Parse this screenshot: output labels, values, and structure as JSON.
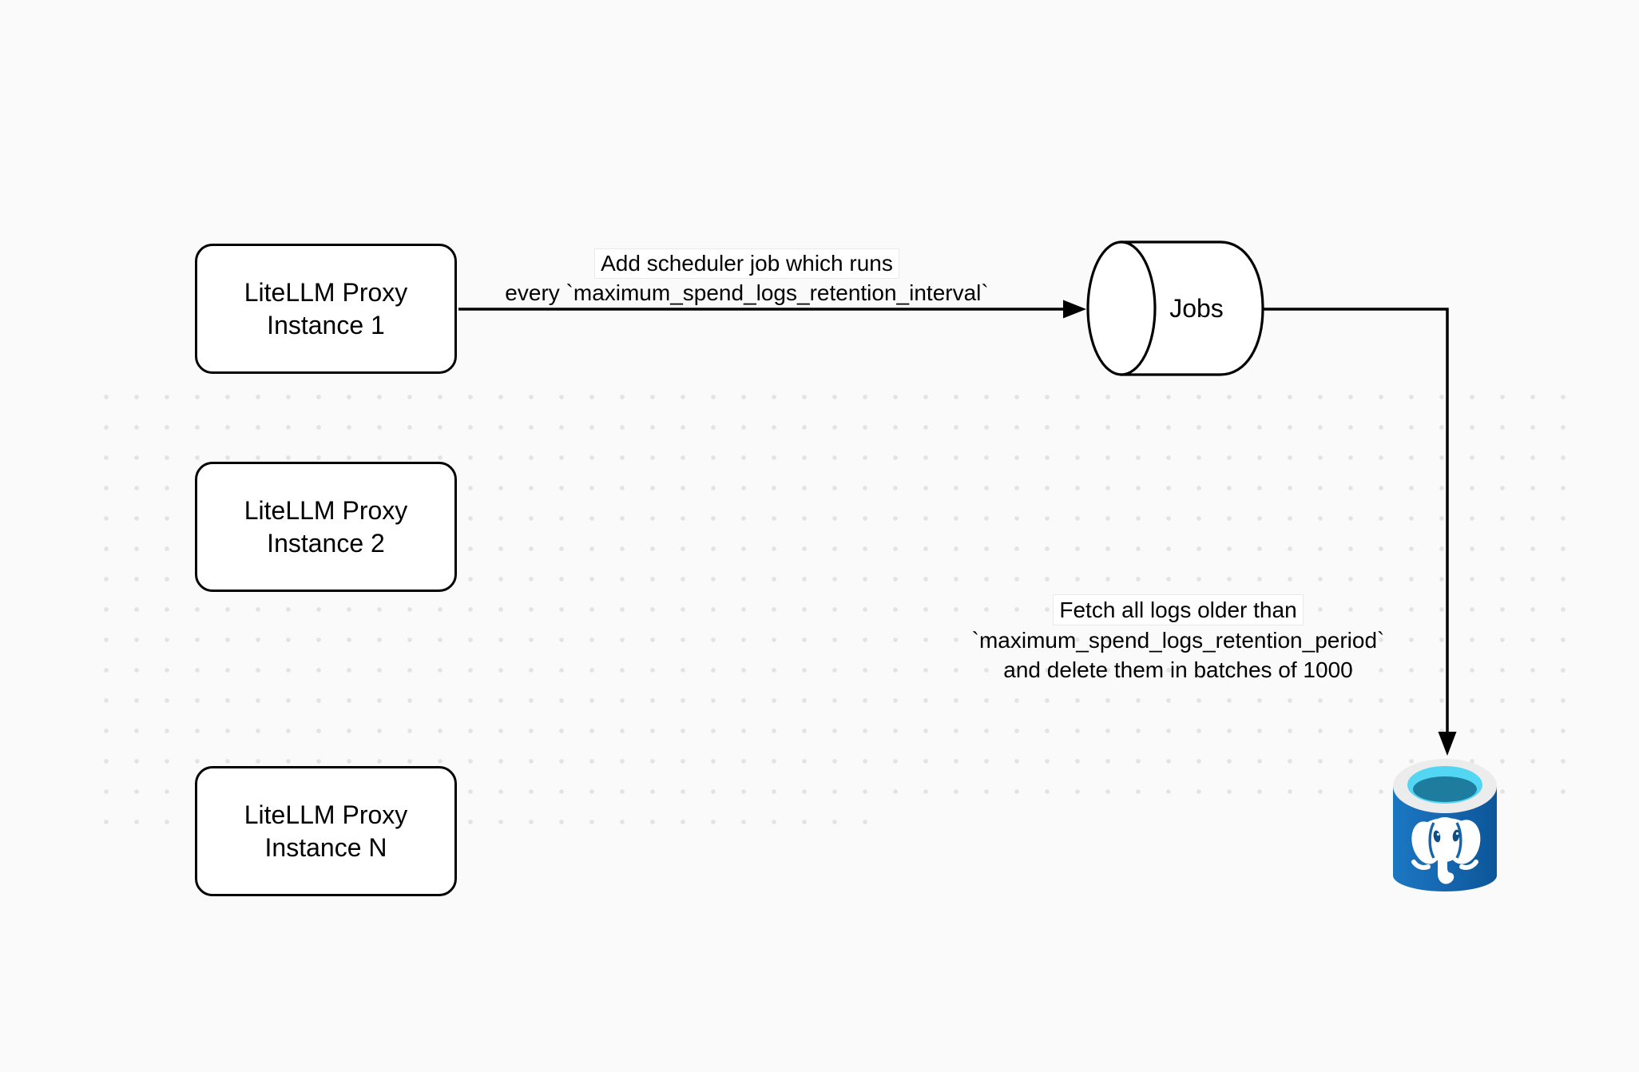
{
  "diagram": {
    "nodes": {
      "proxy_instances": [
        {
          "lines": [
            "LiteLLM Proxy",
            "Instance 1"
          ]
        },
        {
          "lines": [
            "LiteLLM Proxy",
            "Instance 2"
          ]
        },
        {
          "lines": [
            "LiteLLM Proxy",
            "Instance N"
          ]
        }
      ],
      "jobs_queue": {
        "label": "Jobs"
      },
      "database": {
        "icon": "postgresql-elephant-icon"
      }
    },
    "edges": {
      "add_scheduler": {
        "lines": [
          "Add scheduler job which runs",
          "every `maximum_spend_logs_retention_interval`"
        ]
      },
      "fetch_delete": {
        "lines": [
          "Fetch all logs older than",
          "`maximum_spend_logs_retention_period`",
          "and delete them in batches of 1000"
        ]
      }
    },
    "colors": {
      "background": "#fafafa",
      "grid_dot": "#e3e3e3",
      "shape_stroke": "#000000",
      "shape_fill": "#ffffff",
      "label_background": "#ffffff",
      "postgres_blue": "#1565ad",
      "postgres_blue_dark": "#0c5699",
      "postgres_cyan": "#52d6f4",
      "postgres_teal": "#1e7d9f",
      "postgres_rim": "#ececec"
    }
  }
}
